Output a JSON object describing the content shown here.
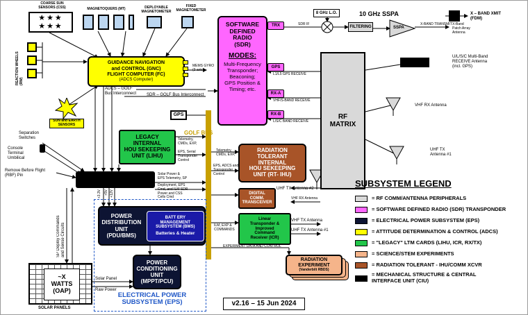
{
  "colors": {
    "rf": "#d9d9d9",
    "sdr": "#ff66ff",
    "eps": "#0d1433",
    "adcs": "#ffff00",
    "legacy": "#22c64a",
    "science": "#f5b48a",
    "rad": "#a85428",
    "mech": "#000000",
    "golf_bus": "#c8a000",
    "eps_title": "#1f57c7",
    "emb": "#1a1aa8"
  },
  "sensors": {
    "css": "COARSE SUN\nSENSORS (CSS)",
    "mt": "MAGNETOQUERS (MT)",
    "dep_mag": "DEPLOYABLE\nMAGNETOMETER",
    "fixed_mag": "FIXED\nMAGNETOMETER",
    "reaction_wheels": "REACTION WHEELS (RW)",
    "mems_gyro": "MEMS GYRO\n(3 axis)",
    "sun_earth": "SUN and EARTH\nSENSORS"
  },
  "gnc": {
    "line1": "GUIDANCE NAVIGATION",
    "line2": "and CONTROL (GNC)",
    "line3": "FLIGHT COMPUTER (FC)",
    "line4": "(ADCS Computer)",
    "bus": "ADCS – GOLF\nBus Interconnect"
  },
  "sdr": {
    "title": "SOFTWARE\nDEFINED\nRADIO\n(SDR)",
    "modes_title": "MODES:",
    "modes": "Multi-Frequency\nTransponder;\nBeaconing;\nGPS Position &\nTiming; etc.",
    "tx": "TRX",
    "gps": "GPS",
    "rxa": "RX-A",
    "rxb": "RX-B",
    "sdr_if": "SDR IF",
    "l1gps": "L1/L5 GPS RECEIVE",
    "uhf_recv": "VHF/S-BAND RECEIVE",
    "ls_recv": "L/S/C BAND RECEIVE",
    "interconnect": "SDR – GOLF Bus Interconnect"
  },
  "rf_chain": {
    "lo": "8 GHz L.O.",
    "title": "10 GHz SSPA",
    "filtering": "FILTERING",
    "sspa": "SSPA",
    "xband_transmit": "X-BAND TRANSMIT",
    "xband_xmit": "X – BAND XMIT\n(FDM)",
    "patch": "X-Band\nPatch Array\nAntenna",
    "rf_matrix": "RF\nMATRIX",
    "uls_band": "U/L/S/C Multi-Band\nRECEIVE Antenna\n(incl. GPS)",
    "vhf_rx": "VHF RX Antenna",
    "uhf_tx1": "UHF TX\nAntenna #1",
    "uhf_tx2": "UHF TX  Antenna #2",
    "vhf_rx2": "VHF RX Antenna",
    "vhf_tx": "VHF TX Antenna",
    "uhf_tx3": "UHF TX  Antenna #1"
  },
  "gps_box": "GPS",
  "golf_bus": "GOLF BUS",
  "lihu": {
    "title": "LEGACY\nINTERNAL\nHOU SEKEEPING\nUNIT (LIHU)",
    "lbl1": "Telemetry,\nCMDs, EXP,",
    "lbl2": "EPS, Serial\nTransponder\nControl"
  },
  "rtihu": {
    "title": "RADIATION\nTOLERANT\nINTERNAL\nHOU SEKEEPING\nUNIT (RT- IHU)",
    "lbl1": "Telemetry,\nCMDs, EXP,",
    "lbl2": "EPS, ADCS and\nTransponder Control"
  },
  "comm": {
    "digital": "DIGITAL\nCOMM.\nTRANSCEIVER",
    "icr": "Linear\nTransponder &\nImproved\nCommand\nReceiver (ICR)",
    "ilm": "ILM, EXP &\nCOMMANDS"
  },
  "left": {
    "sep_switches": "Separation\nSwitches",
    "console": "Console\nTerminal\nUmbilical",
    "rbf": "Remove Before Flight\n(RBF) Pin",
    "sp_deploy": "SP Deploy Commands\nand Sense Circuits",
    "solar_power": "Solar Power &\nEPS Telemetry, SP",
    "deploy_ctrl": "Deployment, EPS\nCmd, and ILM SDR\nPower and CSS\nCells Cmd",
    "volt1": "+3.3V",
    "volt2": "+5V",
    "volt3": "+12V"
  },
  "eps": {
    "pdu": "POWER\nDISTRIBUTION\nUNIT\n(PDU/BMS)",
    "bms": "BATT ERY\nMANAGEMENT\nSUBSYSTEM (BMS)",
    "batteries": "Batteries & Heater",
    "pcu": "POWER\nCONDITIONING\nUNIT\n(MPPT/PCU)",
    "title": "ELECTRICAL POWER\nSUBSYSTEM (EPS)",
    "solar_panel": "Solar Panel",
    "raw_power": "Raw Power",
    "watts": "~X\nWATTS\n(OAP)",
    "solar_panels": "SOLAR PANELS"
  },
  "science": {
    "title": "RADIATION\nEXPERIMENT",
    "sub": "(Vanderbilt RBDS)",
    "exp_ctrl": "EXPERIMENT DATA AND CONTROL"
  },
  "version": "v2.16 – 15 Jun 2024",
  "legend": {
    "title": "SUBSYSTEM LEGEND",
    "items": [
      {
        "label": "RF COMM/ANTENNA PERIPHERALS",
        "color": "#d9d9d9"
      },
      {
        "label": "SOFTWARE DEFINED RADIO (SDR)  TRANSPONDER",
        "color": "#ff66ff"
      },
      {
        "label": "ELECTRICAL POWER SUBSYSTEM (EPS)",
        "color": "#0d1433"
      },
      {
        "label": "ATTITUDE DETERMINATION & CONTROL  (ADCS)",
        "color": "#ffff00"
      },
      {
        "label": "\"LEGACY\" LTM CARDS (LIHU, ICR, RX/TX)",
        "color": "#22c64a"
      },
      {
        "label": "SCIENCE/STEM EXPERIMENTS",
        "color": "#f5b48a"
      },
      {
        "label": "RADIATION TOLERANT - IHU/COMM XCVR",
        "color": "#a85428"
      },
      {
        "label": "MECHANICAL STRUCTURE & CENTRAL\nINTERFACE UNIT (CIU)",
        "color": "#000000"
      }
    ]
  }
}
